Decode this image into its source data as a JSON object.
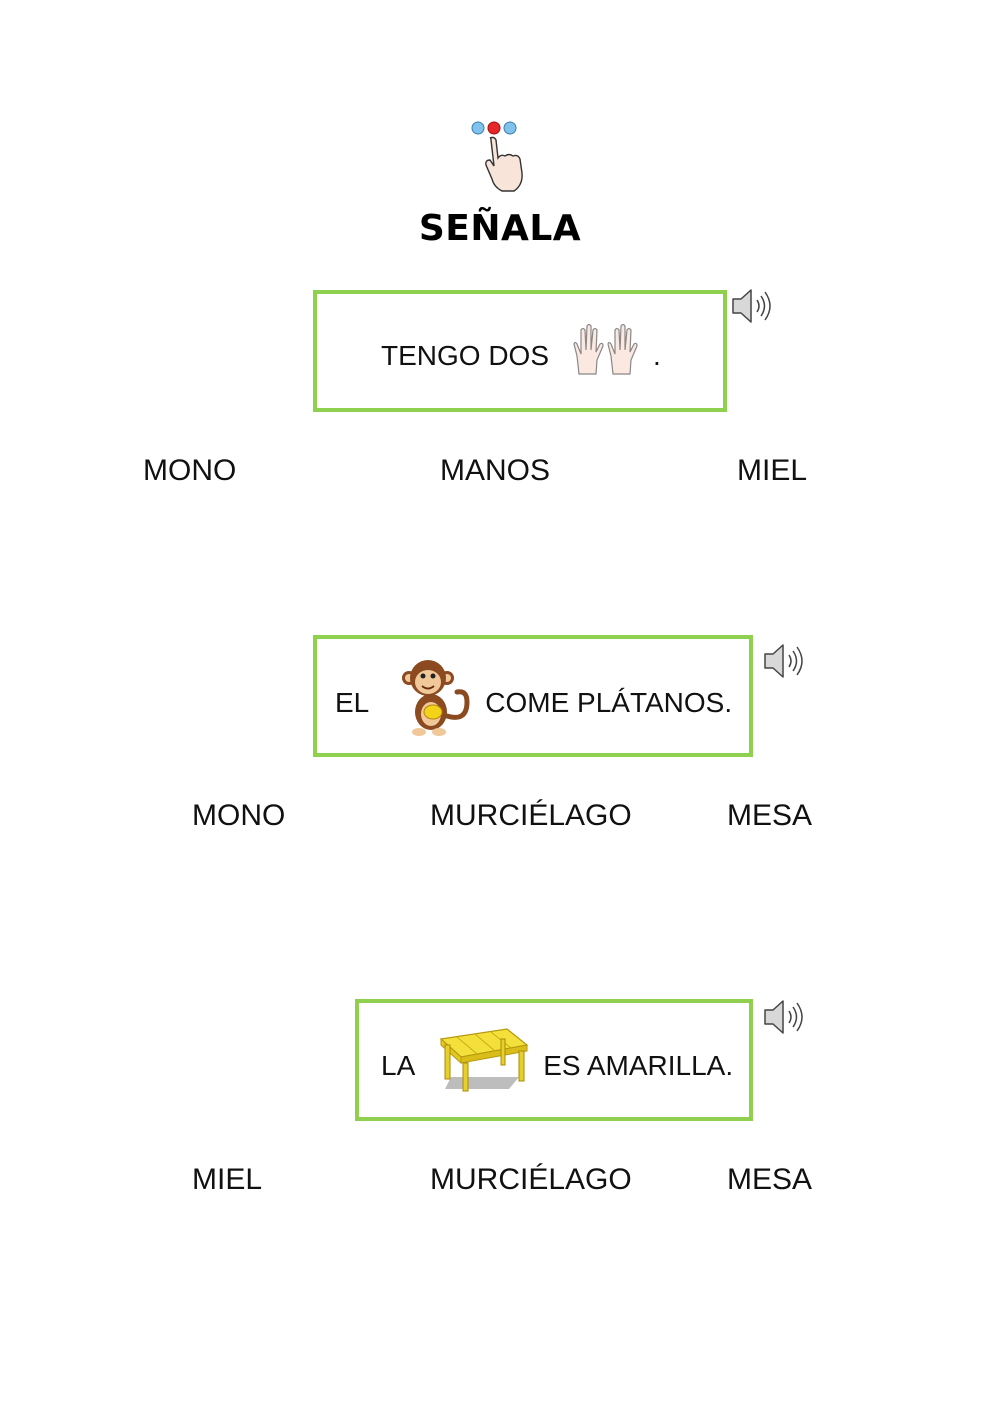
{
  "header": {
    "icon": "pointing-hand-icon",
    "title": "SEÑALA"
  },
  "exercises": [
    {
      "sentence": {
        "before": "TENGO DOS",
        "picture": "hands-icon",
        "after": "."
      },
      "audio_icon": "speaker-icon",
      "options": [
        "MONO",
        "MANOS",
        "MIEL"
      ]
    },
    {
      "sentence": {
        "before": "EL",
        "picture": "monkey-icon",
        "after": "COME PLÁTANOS."
      },
      "audio_icon": "speaker-icon",
      "options": [
        "MONO",
        "MURCIÉLAGO",
        "MESA"
      ]
    },
    {
      "sentence": {
        "before": "LA",
        "picture": "yellow-table-icon",
        "after": "ES AMARILLA."
      },
      "audio_icon": "speaker-icon",
      "options": [
        "MIEL",
        "MURCIÉLAGO",
        "MESA"
      ]
    }
  ],
  "colors": {
    "box_border": "#8fd14f",
    "dot_blue": "#7fc3ec",
    "dot_red": "#e8272a",
    "table_yellow": "#f3e03a"
  }
}
